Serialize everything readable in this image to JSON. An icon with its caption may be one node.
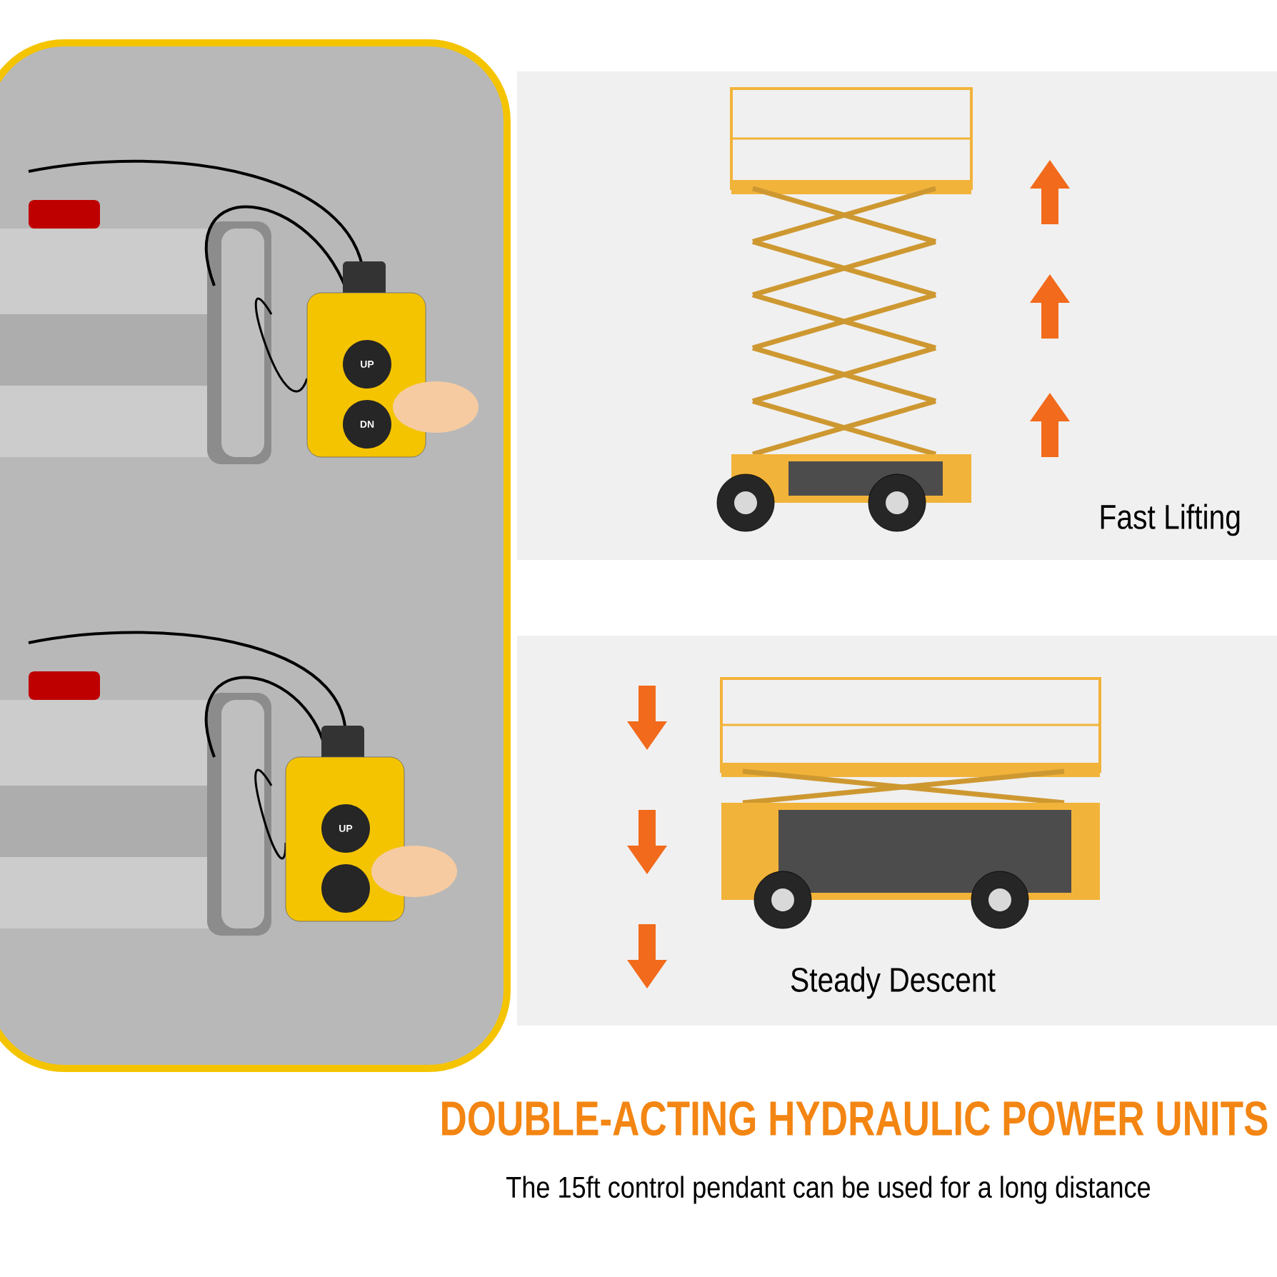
{
  "diagram": {
    "title": "DOUBLE-ACTING HYDRAULIC POWER UNITS",
    "caption": "The 15ft control pendant can be used for a long distance",
    "labels": [
      "UP",
      "DN",
      "Fast Lifting",
      "UP",
      "Steady Descent"
    ]
  }
}
